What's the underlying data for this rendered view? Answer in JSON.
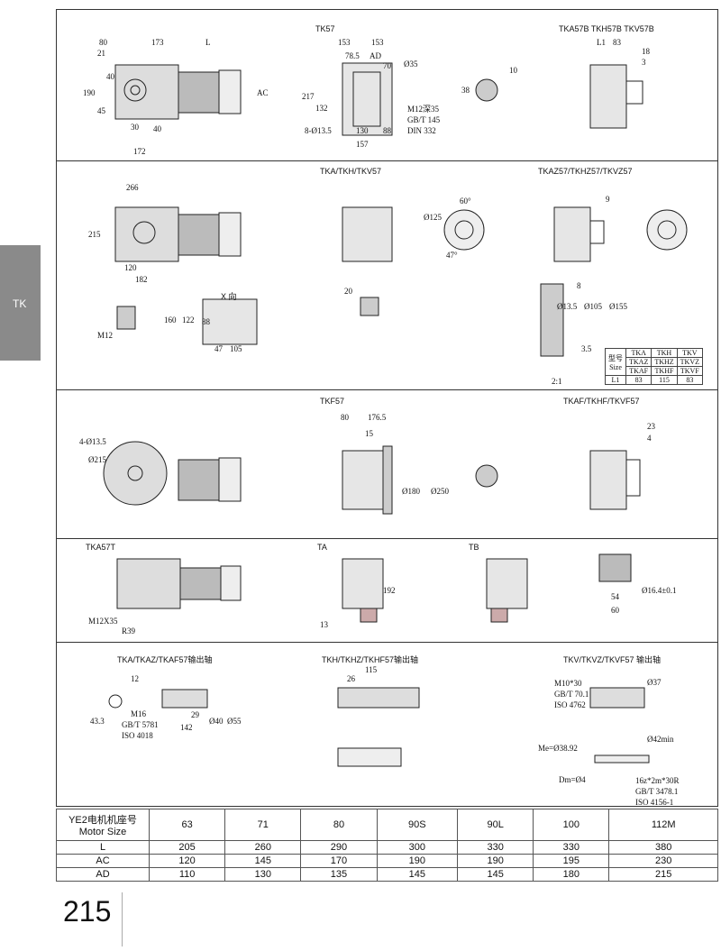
{
  "side_tab": "TK",
  "page_number": "215",
  "sections": {
    "s1": [
      "TK57",
      "TKA57B  TKH57B  TKV57B"
    ],
    "s2": [
      "TKA/TKH/TKV57",
      "TKAZ57/TKHZ57/TKVZ57",
      "X 向"
    ],
    "s3": [
      "TKF57",
      "TKAF/TKHF/TKVF57"
    ],
    "s4": [
      "TKA57T",
      "TA",
      "TB"
    ],
    "s5": [
      "TKA/TKAZ/TKAF57输出轴",
      "TKH/TKHZ/TKHF57输出轴",
      "TKV/TKVZ/TKVF57 输出轴"
    ]
  },
  "dims": [
    "80",
    "21",
    "173",
    "L",
    "40",
    "45",
    "190",
    "AC",
    "30",
    "40",
    "172",
    "153",
    "153",
    "78.5",
    "AD",
    "70",
    "Ø35",
    "217",
    "132",
    "M12深35",
    "GB/T 145",
    "DIN 332",
    "8-Ø13.5",
    "130",
    "88",
    "157",
    "10",
    "38",
    "L1",
    "83",
    "18",
    "3",
    "266",
    "215",
    "120",
    "182",
    "9",
    "60°",
    "Ø125",
    "47°",
    "160",
    "122",
    "88",
    "47",
    "105",
    "M12",
    "20",
    "8",
    "Ø13.5",
    "Ø105",
    "Ø155",
    "3.5",
    "2:1",
    "4-Ø13.5",
    "Ø215",
    "80",
    "176.5",
    "15",
    "Ø180",
    "Ø250",
    "23",
    "4",
    "M12X35",
    "R39",
    "192",
    "13",
    "54",
    "60",
    "Ø16.4±0.1",
    "12",
    "43.3",
    "M16",
    "GB/T 5781",
    "ISO 4018",
    "29",
    "142",
    "Ø40",
    "Ø55",
    "26",
    "115",
    "M10*30",
    "GB/T 70.1",
    "ISO 4762",
    "Ø37",
    "Ø42min",
    "Me=Ø38.92",
    "Dm=Ø4",
    "16z*2m*30R",
    "GB/T 3478.1",
    "ISO 4156-1"
  ],
  "size_table": {
    "label": "型号",
    "label_en": "Size",
    "cols": [
      [
        "TKA",
        "TKAZ",
        "TKAF"
      ],
      [
        "TKH",
        "TKHZ",
        "TKHF"
      ],
      [
        "TKV",
        "TKVZ",
        "TKVF"
      ]
    ],
    "row_label": "L1",
    "values": [
      "83",
      "115",
      "83"
    ]
  },
  "motor_table": {
    "header_cn": "YE2电机机座号",
    "header_en": "Motor Size",
    "sizes": [
      "63",
      "71",
      "80",
      "90S",
      "90L",
      "100",
      "112M"
    ],
    "rows": [
      {
        "name": "L",
        "values": [
          "205",
          "260",
          "290",
          "300",
          "330",
          "330",
          "380"
        ]
      },
      {
        "name": "AC",
        "values": [
          "120",
          "145",
          "170",
          "190",
          "190",
          "195",
          "230"
        ]
      },
      {
        "name": "AD",
        "values": [
          "110",
          "130",
          "135",
          "145",
          "145",
          "180",
          "215"
        ]
      }
    ]
  }
}
